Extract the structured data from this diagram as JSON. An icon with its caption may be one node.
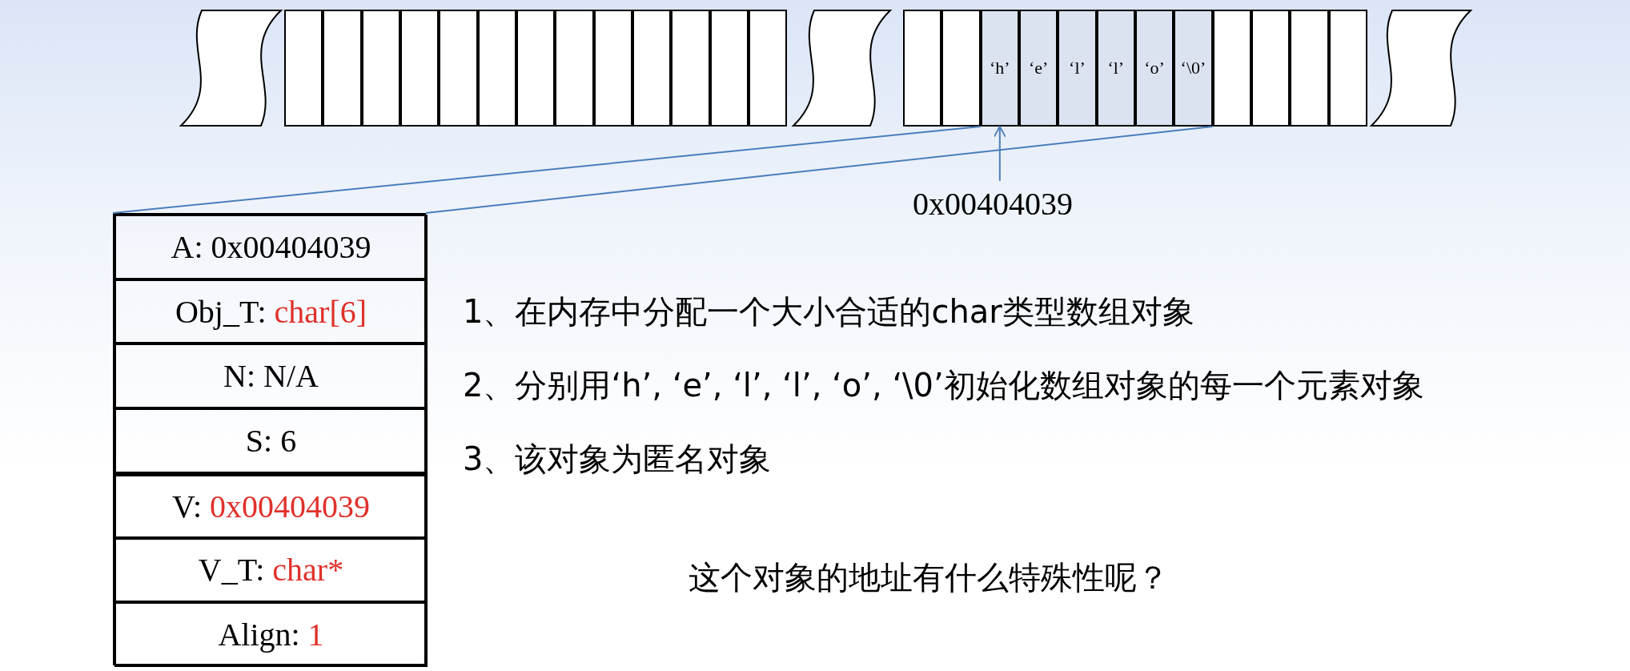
{
  "diagram": {
    "nodes": [
      {
        "text": [],
        "shape": "break"
      },
      {
        "text": [],
        "shape": "box"
      },
      {
        "text": [],
        "shape": "box"
      },
      {
        "text": [],
        "shape": "box"
      },
      {
        "text": [],
        "shape": "box"
      },
      {
        "text": [],
        "shape": "box"
      },
      {
        "text": [],
        "shape": "box"
      },
      {
        "text": [],
        "shape": "box"
      },
      {
        "text": [],
        "shape": "box"
      },
      {
        "text": [],
        "shape": "box"
      },
      {
        "text": [],
        "shape": "box"
      },
      {
        "text": [],
        "shape": "box"
      },
      {
        "text": [],
        "shape": "box"
      },
      {
        "text": [],
        "shape": "box"
      },
      {
        "text": [],
        "shape": "break"
      },
      {
        "text": [],
        "shape": "box"
      },
      {
        "text": [],
        "shape": "box"
      },
      {
        "text": [
          "‘h’"
        ]
      },
      {
        "text": [
          "‘e’"
        ]
      },
      {
        "text": [
          "‘l’"
        ]
      },
      {
        "text": [
          "‘l’"
        ]
      },
      {
        "text": [
          "‘o’"
        ]
      },
      {
        "text": [
          "‘\\0’"
        ]
      },
      {
        "text": [],
        "shape": "box"
      },
      {
        "text": [],
        "shape": "box"
      },
      {
        "text": [],
        "shape": "box"
      },
      {
        "text": [],
        "shape": "box"
      },
      {
        "text": [],
        "shape": "break"
      },
      {
        "text": [
          "0x00404039"
        ]
      },
      {
        "text": [],
        "shape": "box"
      },
      {
        "text": [
          "A:",
          "0x00404039"
        ],
        "in": 29
      },
      {
        "text": [
          "Obj_T:",
          "char[6]"
        ],
        "in": 29
      },
      {
        "text": [
          "N:",
          "N/A"
        ],
        "in": 29
      },
      {
        "text": [
          "S:",
          "6"
        ],
        "in": 29
      },
      {
        "text": [
          "V:",
          "0x00404039"
        ],
        "in": 29
      },
      {
        "text": [
          "V_T:",
          "char*"
        ],
        "in": 29
      },
      {
        "text": [
          "Align:",
          "1"
        ],
        "in": 29
      }
    ],
    "edges": [
      {
        "from": 28,
        "to": 17,
        "arrow": "to"
      },
      {
        "from": 17,
        "to": 29,
        "arrow": "none"
      },
      {
        "from": 22,
        "to": 29,
        "arrow": "none"
      }
    ],
    "labels": [
      "1、在内存中分配一个大小合适的char类型数组对象",
      "2、分别用‘h’, ‘e’, ‘l’, ‘l’, ‘o’, ‘\\0’初始化数组对象的每一个元素对象",
      "3、该对象为匿名对象",
      "这个对象的地址有什么特殊性呢？"
    ]
  }
}
